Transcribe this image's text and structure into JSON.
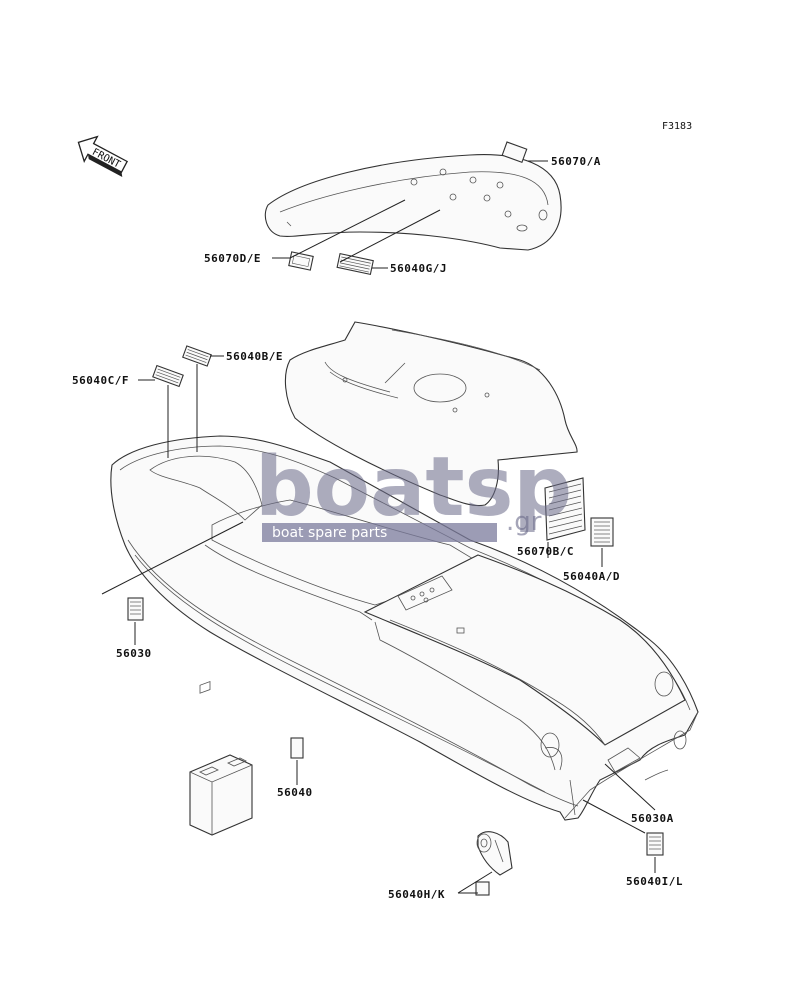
{
  "figure_code": "F3183",
  "front_label": "FRONT",
  "watermark": {
    "brand": "boatsp",
    "tld": ".gr",
    "tagline": "boat spare parts"
  },
  "callouts": [
    {
      "id": "56070A",
      "text": "56070/A"
    },
    {
      "id": "56070DE",
      "text": "56070D/E"
    },
    {
      "id": "56040GJ",
      "text": "56040G/J"
    },
    {
      "id": "56040BE",
      "text": "56040B/E"
    },
    {
      "id": "56040CF",
      "text": "56040C/F"
    },
    {
      "id": "56070BC",
      "text": "56070B/C"
    },
    {
      "id": "56040AD",
      "text": "56040A/D"
    },
    {
      "id": "56030",
      "text": "56030"
    },
    {
      "id": "56040",
      "text": "56040"
    },
    {
      "id": "56030A",
      "text": "56030A"
    },
    {
      "id": "56040IL",
      "text": "56040I/L"
    },
    {
      "id": "56040HK",
      "text": "56040H/K"
    }
  ]
}
